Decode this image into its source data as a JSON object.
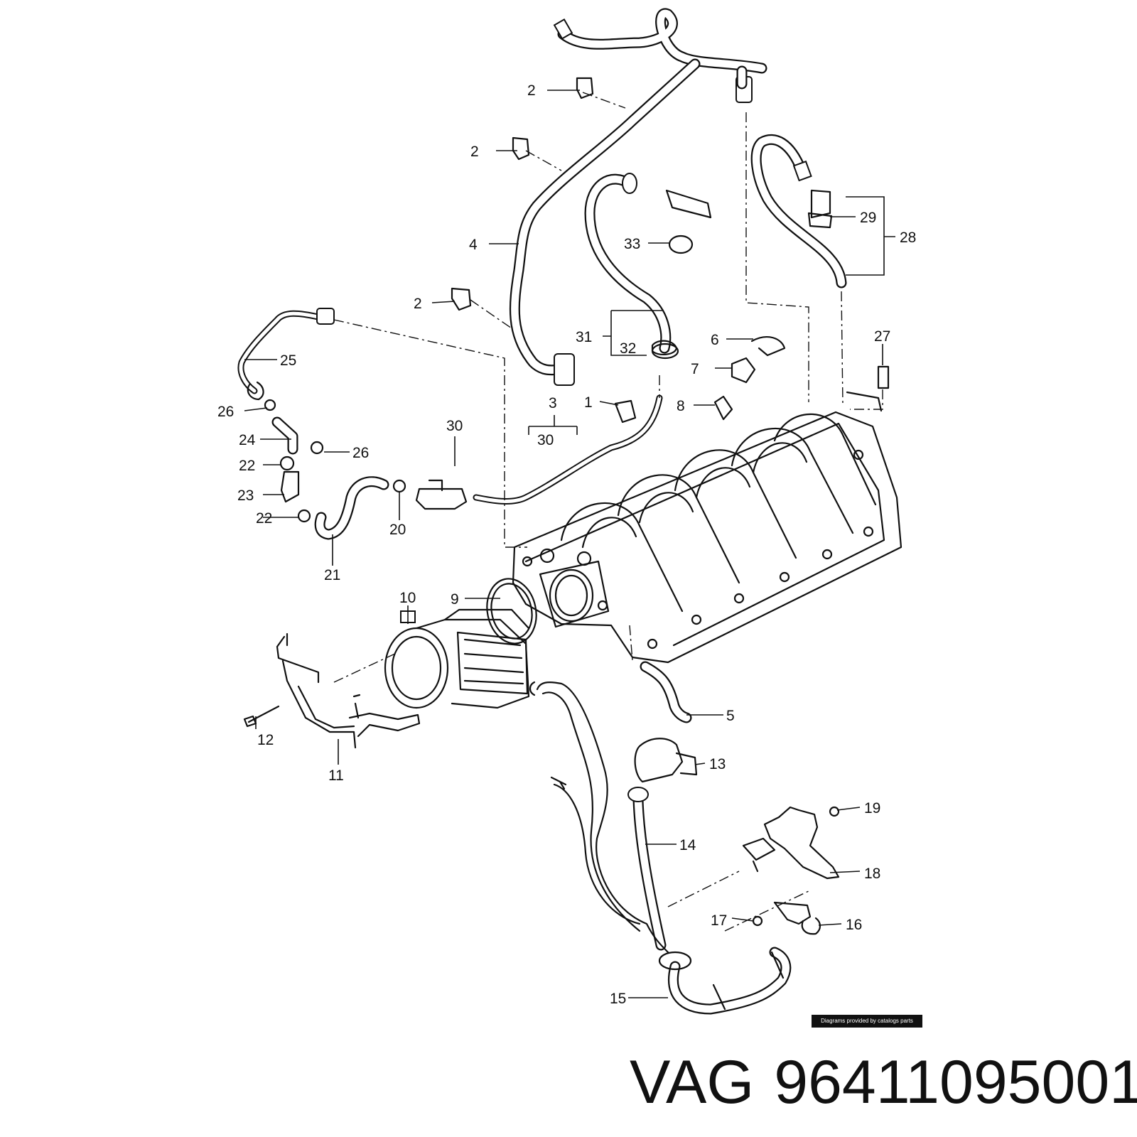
{
  "diagram": {
    "credit": "Diagrams provided by catalogs parts",
    "callouts": [
      "2",
      "2",
      "2",
      "4",
      "33",
      "29",
      "28",
      "31",
      "32",
      "6",
      "7",
      "27",
      "25",
      "26",
      "1",
      "8",
      "3",
      "30",
      "30",
      "24",
      "26",
      "22",
      "23",
      "22",
      "20",
      "21",
      "10",
      "9",
      "5",
      "12",
      "11",
      "13",
      "19",
      "14",
      "18",
      "17",
      "16",
      "15"
    ]
  },
  "footer": {
    "brand": "VAG",
    "part_number": "96411095001"
  }
}
